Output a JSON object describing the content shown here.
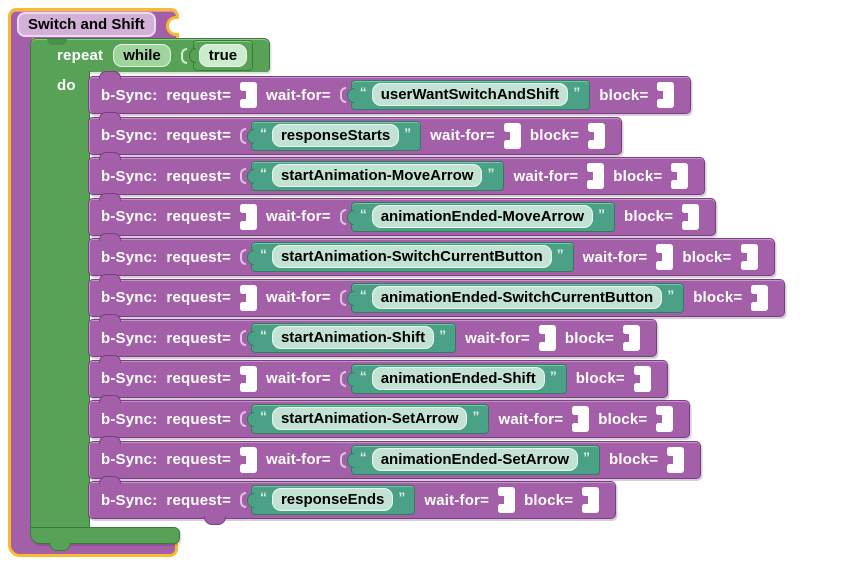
{
  "colors": {
    "block_purple": "#a45fa9",
    "block_purple_border": "#7a3f80",
    "block_purple_light": "#c893cd",
    "field_purple": "#d2b0d8",
    "selection_gold": "#f9bb2d",
    "block_green": "#57a257",
    "block_green_border": "#3c7a3c",
    "field_green": "#9fd49f",
    "field_green_light": "#cdebcd",
    "block_teal": "#4ba186",
    "block_teal_border": "#337a60",
    "field_teal": "#c2e3d3",
    "socket_white": "#ffffff",
    "workspace_bg": "#ffffff"
  },
  "icons": {
    "empty_socket": "puzzle-socket-icon",
    "value_input_cut": "socket-cut-icon"
  },
  "root_block": {
    "title": "Switch and Shift"
  },
  "repeat_block": {
    "label": "repeat",
    "mode": "while",
    "condition": "true",
    "do_label": "do"
  },
  "bsync": {
    "label": "b-Sync:",
    "request_label": "request=",
    "wait_label": "wait-for=",
    "block_label": "block=",
    "open_quote": "“",
    "close_quote": "”",
    "rows": [
      {
        "request": null,
        "wait": "userWantSwitchAndShift",
        "block": null
      },
      {
        "request": "responseStarts",
        "wait": null,
        "block": null
      },
      {
        "request": "startAnimation-MoveArrow",
        "wait": null,
        "block": null
      },
      {
        "request": null,
        "wait": "animationEnded-MoveArrow",
        "block": null
      },
      {
        "request": "startAnimation-SwitchCurrentButton",
        "wait": null,
        "block": null
      },
      {
        "request": null,
        "wait": "animationEnded-SwitchCurrentButton",
        "block": null
      },
      {
        "request": "startAnimation-Shift",
        "wait": null,
        "block": null
      },
      {
        "request": null,
        "wait": "animationEnded-Shift",
        "block": null
      },
      {
        "request": "startAnimation-SetArrow",
        "wait": null,
        "block": null
      },
      {
        "request": null,
        "wait": "animationEnded-SetArrow",
        "block": null
      },
      {
        "request": "responseEnds",
        "wait": null,
        "block": null
      }
    ]
  }
}
